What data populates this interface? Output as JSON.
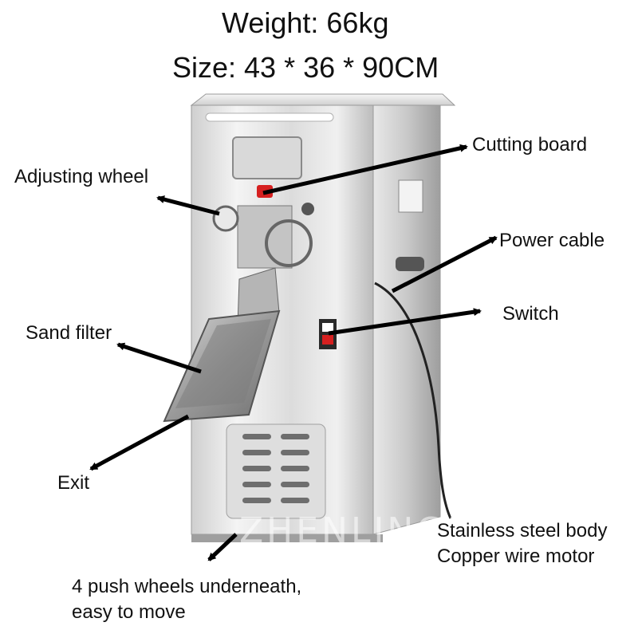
{
  "specs": {
    "weight": "Weight: 66kg",
    "size": "Size: 43 * 36 * 90CM"
  },
  "callouts": {
    "cutting_board": "Cutting board",
    "adjusting_wheel": "Adjusting wheel",
    "power_cable": "Power cable",
    "switch": "Switch",
    "sand_filter": "Sand filter",
    "exit": "Exit",
    "body": "Stainless steel body",
    "motor": "Copper wire motor",
    "wheels_line1": "4 push wheels underneath,",
    "wheels_line2": "easy to move"
  },
  "watermark": "ZHENLINGKEJI",
  "colors": {
    "steel_light": "#e9e9e9",
    "steel_mid": "#bdbdbd",
    "steel_dark": "#8a8a8a",
    "switch_red": "#d62020",
    "arrow": "#000000"
  }
}
